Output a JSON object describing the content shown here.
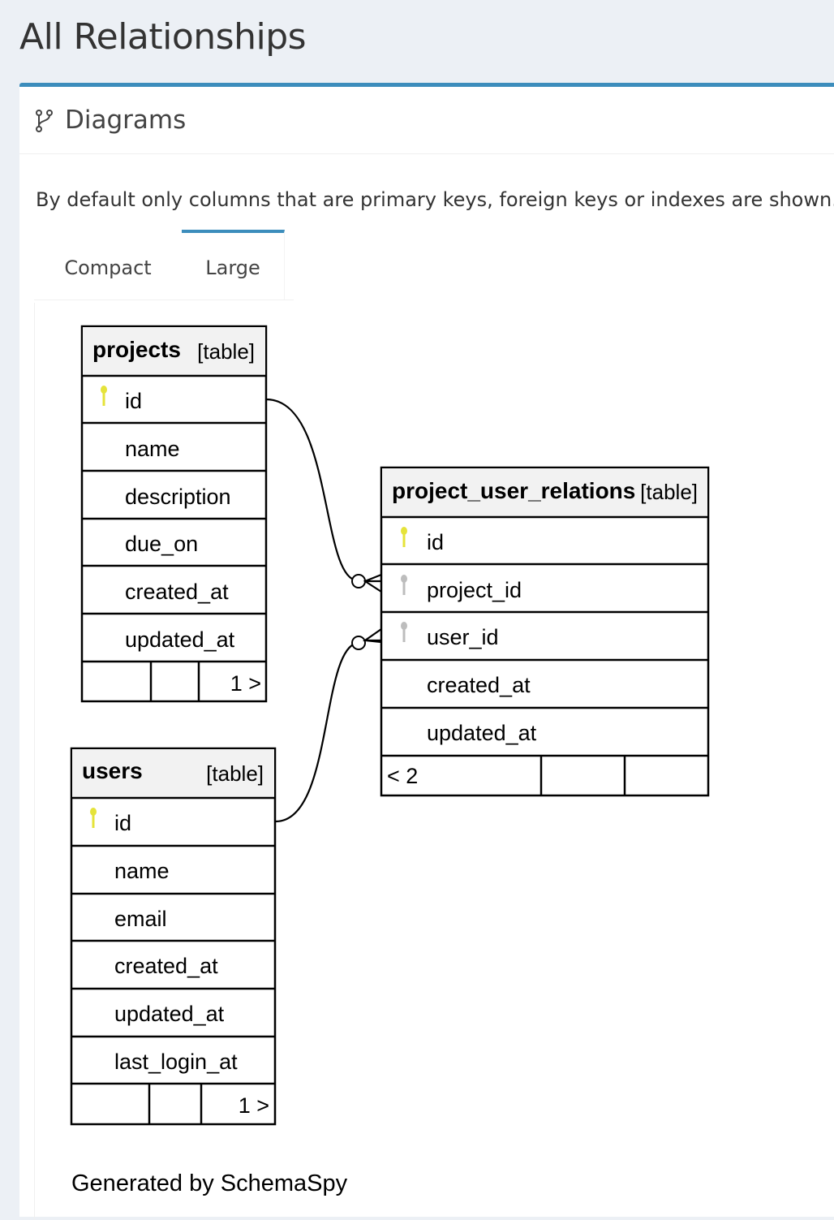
{
  "page": {
    "title": "All Relationships"
  },
  "box": {
    "title": "Diagrams",
    "icon": "branch-icon",
    "note": "By default only columns that are primary keys, foreign keys or indexes are shown."
  },
  "tabs": [
    {
      "label": "Compact",
      "active": false
    },
    {
      "label": "Large",
      "active": true
    }
  ],
  "colors": {
    "accent": "#3c8dbc",
    "primary_key": "#e5e33a",
    "foreign_key": "#bdbdbd",
    "header_bg": "#f2f2f2"
  },
  "tables": {
    "projects": {
      "name": "projects",
      "type": "[table]",
      "columns": [
        "id",
        "name",
        "description",
        "due_on",
        "created_at",
        "updated_at"
      ],
      "key_types": [
        "primary",
        "",
        "",
        "",
        "",
        ""
      ],
      "footer": [
        "",
        "",
        "1 >"
      ]
    },
    "project_user_relations": {
      "name": "project_user_relations",
      "type": "[table]",
      "columns": [
        "id",
        "project_id",
        "user_id",
        "created_at",
        "updated_at"
      ],
      "key_types": [
        "primary",
        "foreign",
        "foreign",
        "",
        ""
      ],
      "footer": [
        "< 2",
        "",
        ""
      ]
    },
    "users": {
      "name": "users",
      "type": "[table]",
      "columns": [
        "id",
        "name",
        "email",
        "created_at",
        "updated_at",
        "last_login_at"
      ],
      "key_types": [
        "primary",
        "",
        "",
        "",
        "",
        ""
      ],
      "footer": [
        "",
        "",
        "1 >"
      ]
    }
  },
  "relationships": [
    {
      "from": "projects.id",
      "to": "project_user_relations.project_id"
    },
    {
      "from": "users.id",
      "to": "project_user_relations.user_id"
    }
  ],
  "footer": "Generated by SchemaSpy"
}
